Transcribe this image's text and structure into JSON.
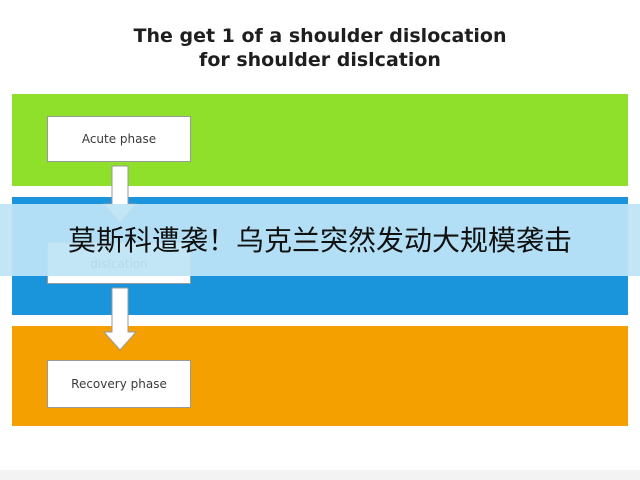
{
  "title": {
    "line1": "The get 1 of a shoulder dislocation",
    "line2": "for shoulder dislcation"
  },
  "flow": {
    "steps": [
      {
        "label": "Acute phase"
      },
      {
        "label": "dislcation"
      },
      {
        "label": "Recovery phase"
      }
    ]
  },
  "banner": {
    "text": "莫斯科遭袭！乌克兰突然发动大规模袭击"
  },
  "colors": {
    "green_band": "#8ee02a",
    "blue_band": "#1a95dc",
    "orange_band": "#f4a000",
    "banner": "#bee4f6"
  }
}
